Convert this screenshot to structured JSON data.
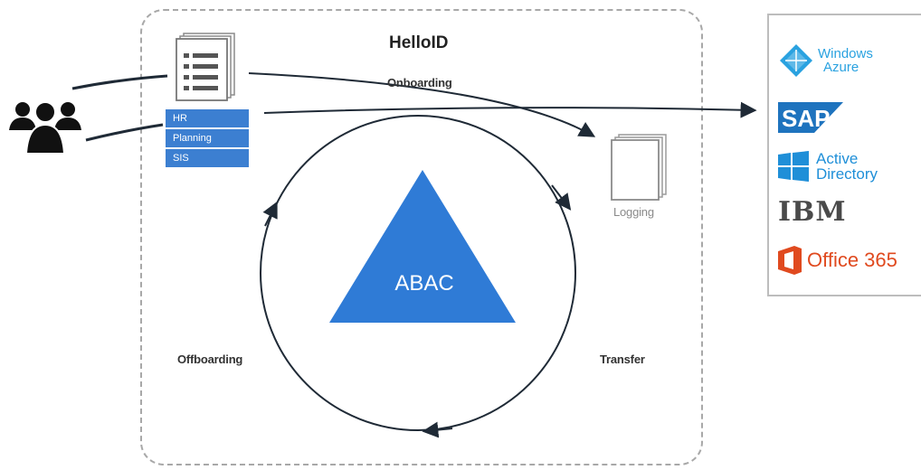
{
  "diagram": {
    "title": "HelloID",
    "source_items": [
      "HR",
      "Planning",
      "SIS"
    ],
    "center_label": "ABAC",
    "labels": {
      "onboarding": "Onboarding",
      "transfer": "Transfer",
      "offboarding": "Offboarding",
      "logging": "Logging"
    },
    "targets": {
      "windows_azure": [
        "Windows",
        "Azure"
      ],
      "sap": "SAP",
      "active_directory": [
        "Active",
        "Directory"
      ],
      "ibm": "IBM",
      "office365": "Office 365"
    },
    "colors": {
      "accent_blue": "#3c7fd1",
      "triangle_blue": "#2f7bd6",
      "office_red": "#e04a1f",
      "azure_blue": "#2aa2e0",
      "sap_blue": "#1e73be",
      "line": "#1f2a36"
    }
  }
}
